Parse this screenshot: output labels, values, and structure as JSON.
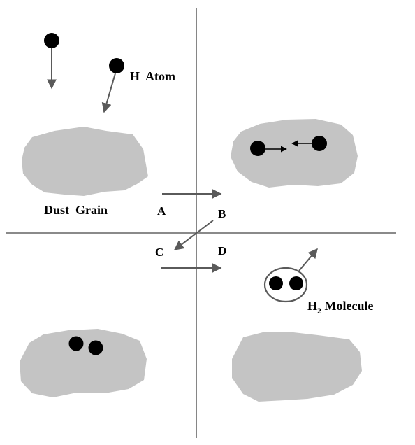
{
  "labels": {
    "h_atom": "H  Atom",
    "dust_grain": "Dust  Grain",
    "h2_main": "H",
    "h2_sub": "2",
    "h2_rest": " Molecule",
    "panel_a": "A",
    "panel_b": "B",
    "panel_c": "C",
    "panel_d": "D"
  },
  "colors": {
    "grain": "#c4c4c4",
    "atom": "#000000",
    "arrow_gray": "#5a5a5a",
    "divider": "#444444"
  }
}
